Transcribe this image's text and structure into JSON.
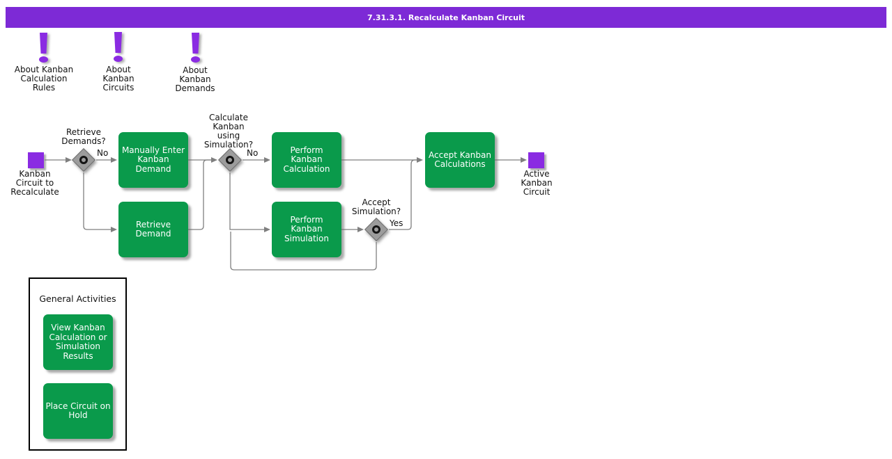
{
  "title_bar": {
    "text": "7.31.3.1. Recalculate Kanban Circuit"
  },
  "notes": [
    {
      "label": "About Kanban\nCalculation\nRules"
    },
    {
      "label": "About\nKanban\nCircuits"
    },
    {
      "label": "About\nKanban\nDemands"
    }
  ],
  "flow": {
    "start": {
      "label": "Kanban\nCircuit to\nRecalculate"
    },
    "end": {
      "label": "Active\nKanban\nCircuit"
    },
    "decisions": [
      {
        "label": "Retrieve\nDemands?",
        "branch": "No"
      },
      {
        "label": "Calculate\nKanban\nusing\nSimulation?",
        "branch": "No"
      },
      {
        "label": "Accept\nSimulation?",
        "branch": "Yes"
      }
    ],
    "activities": [
      {
        "label": "Manually Enter\nKanban Demand"
      },
      {
        "label": "Retrieve\nDemand"
      },
      {
        "label": "Perform Kanban\nCalculation"
      },
      {
        "label": "Perform Kanban\nSimulation"
      },
      {
        "label": "Accept Kanban\nCalculations"
      }
    ]
  },
  "general_activities": {
    "title": "General Activities",
    "items": [
      {
        "label": "View Kanban\nCalculation or\nSimulation\nResults"
      },
      {
        "label": "Place Circuit on\nHold"
      }
    ]
  },
  "colors": {
    "purple": "#8A2BE2",
    "titlebar_purple": "#7D2AD6",
    "green": "#0A9A4B",
    "line": "#7f7f7f"
  }
}
